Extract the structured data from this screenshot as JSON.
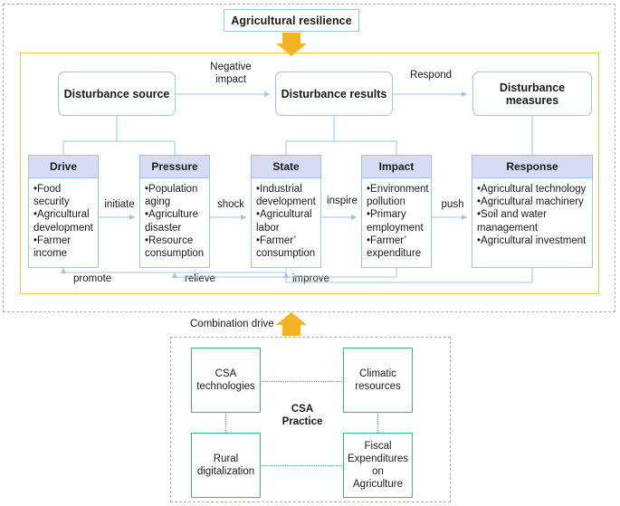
{
  "diagram": {
    "top_title": "Agricultural resilience",
    "combination_drive_label": "Combination drive",
    "csa_center_line1": "CSA",
    "csa_center_line2": "Practice"
  },
  "colors": {
    "box_border_blue": "#9dc3e6",
    "header_fill_lavender": "#d7dcf4",
    "frame_yellow": "#f2c94c",
    "arrow_amber": "#f5b324",
    "green": "#3cb878",
    "dashed_gray": "#b0b0b0"
  },
  "chain": {
    "boxes": [
      {
        "label": "Disturbance source"
      },
      {
        "label": "Disturbance results"
      },
      {
        "label": "Disturbance measures"
      }
    ],
    "arrow_labels": [
      {
        "line1": "Negative",
        "line2": "impact"
      },
      {
        "line1": "Respond",
        "line2": ""
      }
    ]
  },
  "dpsir": {
    "columns": [
      {
        "header": "Drive",
        "items": [
          "Food security",
          "Agricultural development",
          "Farmer income"
        ]
      },
      {
        "header": "Pressure",
        "items": [
          "Population aging",
          "Agriculture disaster",
          "Resource consumption"
        ]
      },
      {
        "header": "State",
        "items": [
          "Industrial development",
          "Agricultural labor",
          "Farmer’ consumption"
        ]
      },
      {
        "header": "Impact",
        "items": [
          "Environment pollution",
          "Primary employment",
          "Farmer’ expenditure"
        ]
      },
      {
        "header": "Response",
        "items": [
          "Agricultural technology",
          "Agricultural  machinery",
          "Soil and water management",
          "Agricultural investment"
        ]
      }
    ],
    "forward_labels": [
      "initiate",
      "shock",
      "inspire",
      "push"
    ],
    "feedback_labels": [
      "promote",
      "relieve",
      "improve"
    ]
  },
  "csa": {
    "boxes": [
      {
        "line1": "CSA",
        "line2": "technologies"
      },
      {
        "line1": "Climatic",
        "line2": "resources"
      },
      {
        "line1": "Rural",
        "line2": "digitalization"
      },
      {
        "line1": "Fiscal",
        "line2": "Expenditures",
        "line3": "on",
        "line4": "Agriculture"
      }
    ]
  },
  "icons": {
    "down_arrow": "down-arrow-icon",
    "up_arrow": "up-arrow-icon"
  }
}
